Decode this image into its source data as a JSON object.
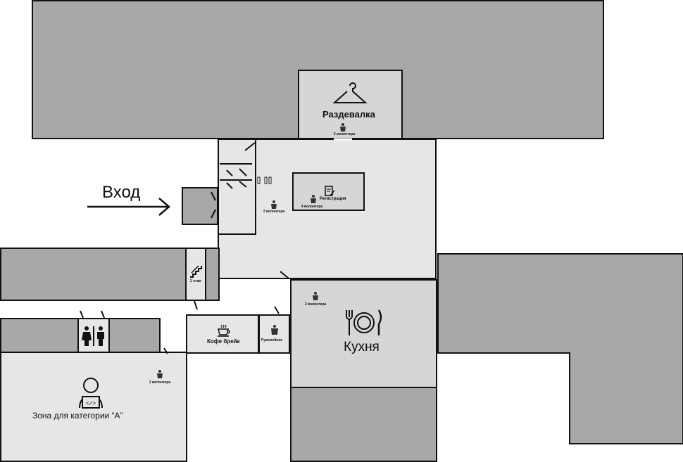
{
  "labels": {
    "entrance": "Вход",
    "cloakroom": "Раздевалка",
    "registration": "Регистрация",
    "coffee_break": "Кофе брейк",
    "washstand": "Рукомойник",
    "kitchen": "Кухня",
    "zone_a": "Зона для категории “А”",
    "stairs_floor": "2 этаж"
  },
  "volunteers": {
    "cloakroom": "2 волонтера",
    "registration": "4 волонтера",
    "hall": "2 волонтера",
    "kitchen": "2 волонтера",
    "zone_a": "2 волонтера"
  },
  "colors": {
    "dark_room": "#a8a8a8",
    "light_room": "#e6e6e6",
    "mid_room": "#d6d6d6",
    "outline": "#111111"
  },
  "icons": [
    "hanger-icon",
    "arrow-right-icon",
    "volunteer-icon",
    "registration-form-icon",
    "stairs-icon",
    "coffee-cup-icon",
    "plate-cutlery-icon",
    "toilet-icon",
    "coder-laptop-icon"
  ]
}
